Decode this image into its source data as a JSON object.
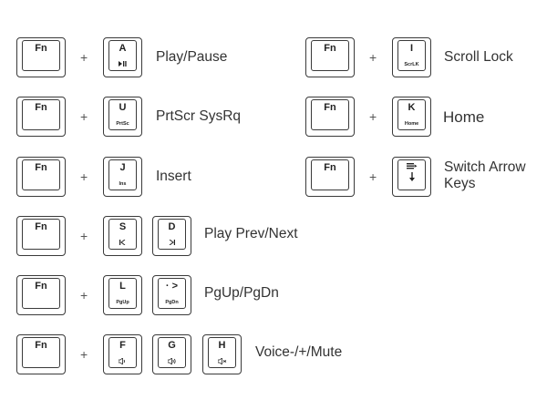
{
  "fn_label": "Fn",
  "plus_sign": "+",
  "left_combos": [
    {
      "keys": [
        {
          "main": "A",
          "sub_icon": "play-pause-icon"
        }
      ],
      "label": "Play/Pause"
    },
    {
      "keys": [
        {
          "main": "U",
          "sub": "PrtSc"
        }
      ],
      "label": "PrtScr SysRq"
    },
    {
      "keys": [
        {
          "main": "J",
          "sub": "Ins"
        }
      ],
      "label": "Insert"
    },
    {
      "keys": [
        {
          "main": "S",
          "sub_icon": "prev-track-icon"
        },
        {
          "main": "D",
          "sub_icon": "next-track-icon"
        }
      ],
      "label": "Play Prev/Next"
    },
    {
      "keys": [
        {
          "main": "L",
          "sub": "PgUp"
        },
        {
          "main": "· >",
          "sub": "PgDn"
        }
      ],
      "label": "PgUp/PgDn"
    },
    {
      "keys": [
        {
          "main": "F",
          "sub_icon": "volume-down-icon"
        },
        {
          "main": "G",
          "sub_icon": "volume-up-icon"
        },
        {
          "main": "H",
          "sub_icon": "mute-icon"
        }
      ],
      "label": "Voice-/+/Mute"
    }
  ],
  "right_combos": [
    {
      "keys": [
        {
          "main": "I",
          "sub": "ScrLK"
        }
      ],
      "label": "Scroll Lock"
    },
    {
      "keys": [
        {
          "main": "K",
          "sub": "Home"
        }
      ],
      "label": "Home"
    },
    {
      "keys": [
        {
          "main_icon": "arrow-switch-icon"
        }
      ],
      "label_lines": [
        "Switch Arrow",
        "Keys"
      ]
    }
  ]
}
